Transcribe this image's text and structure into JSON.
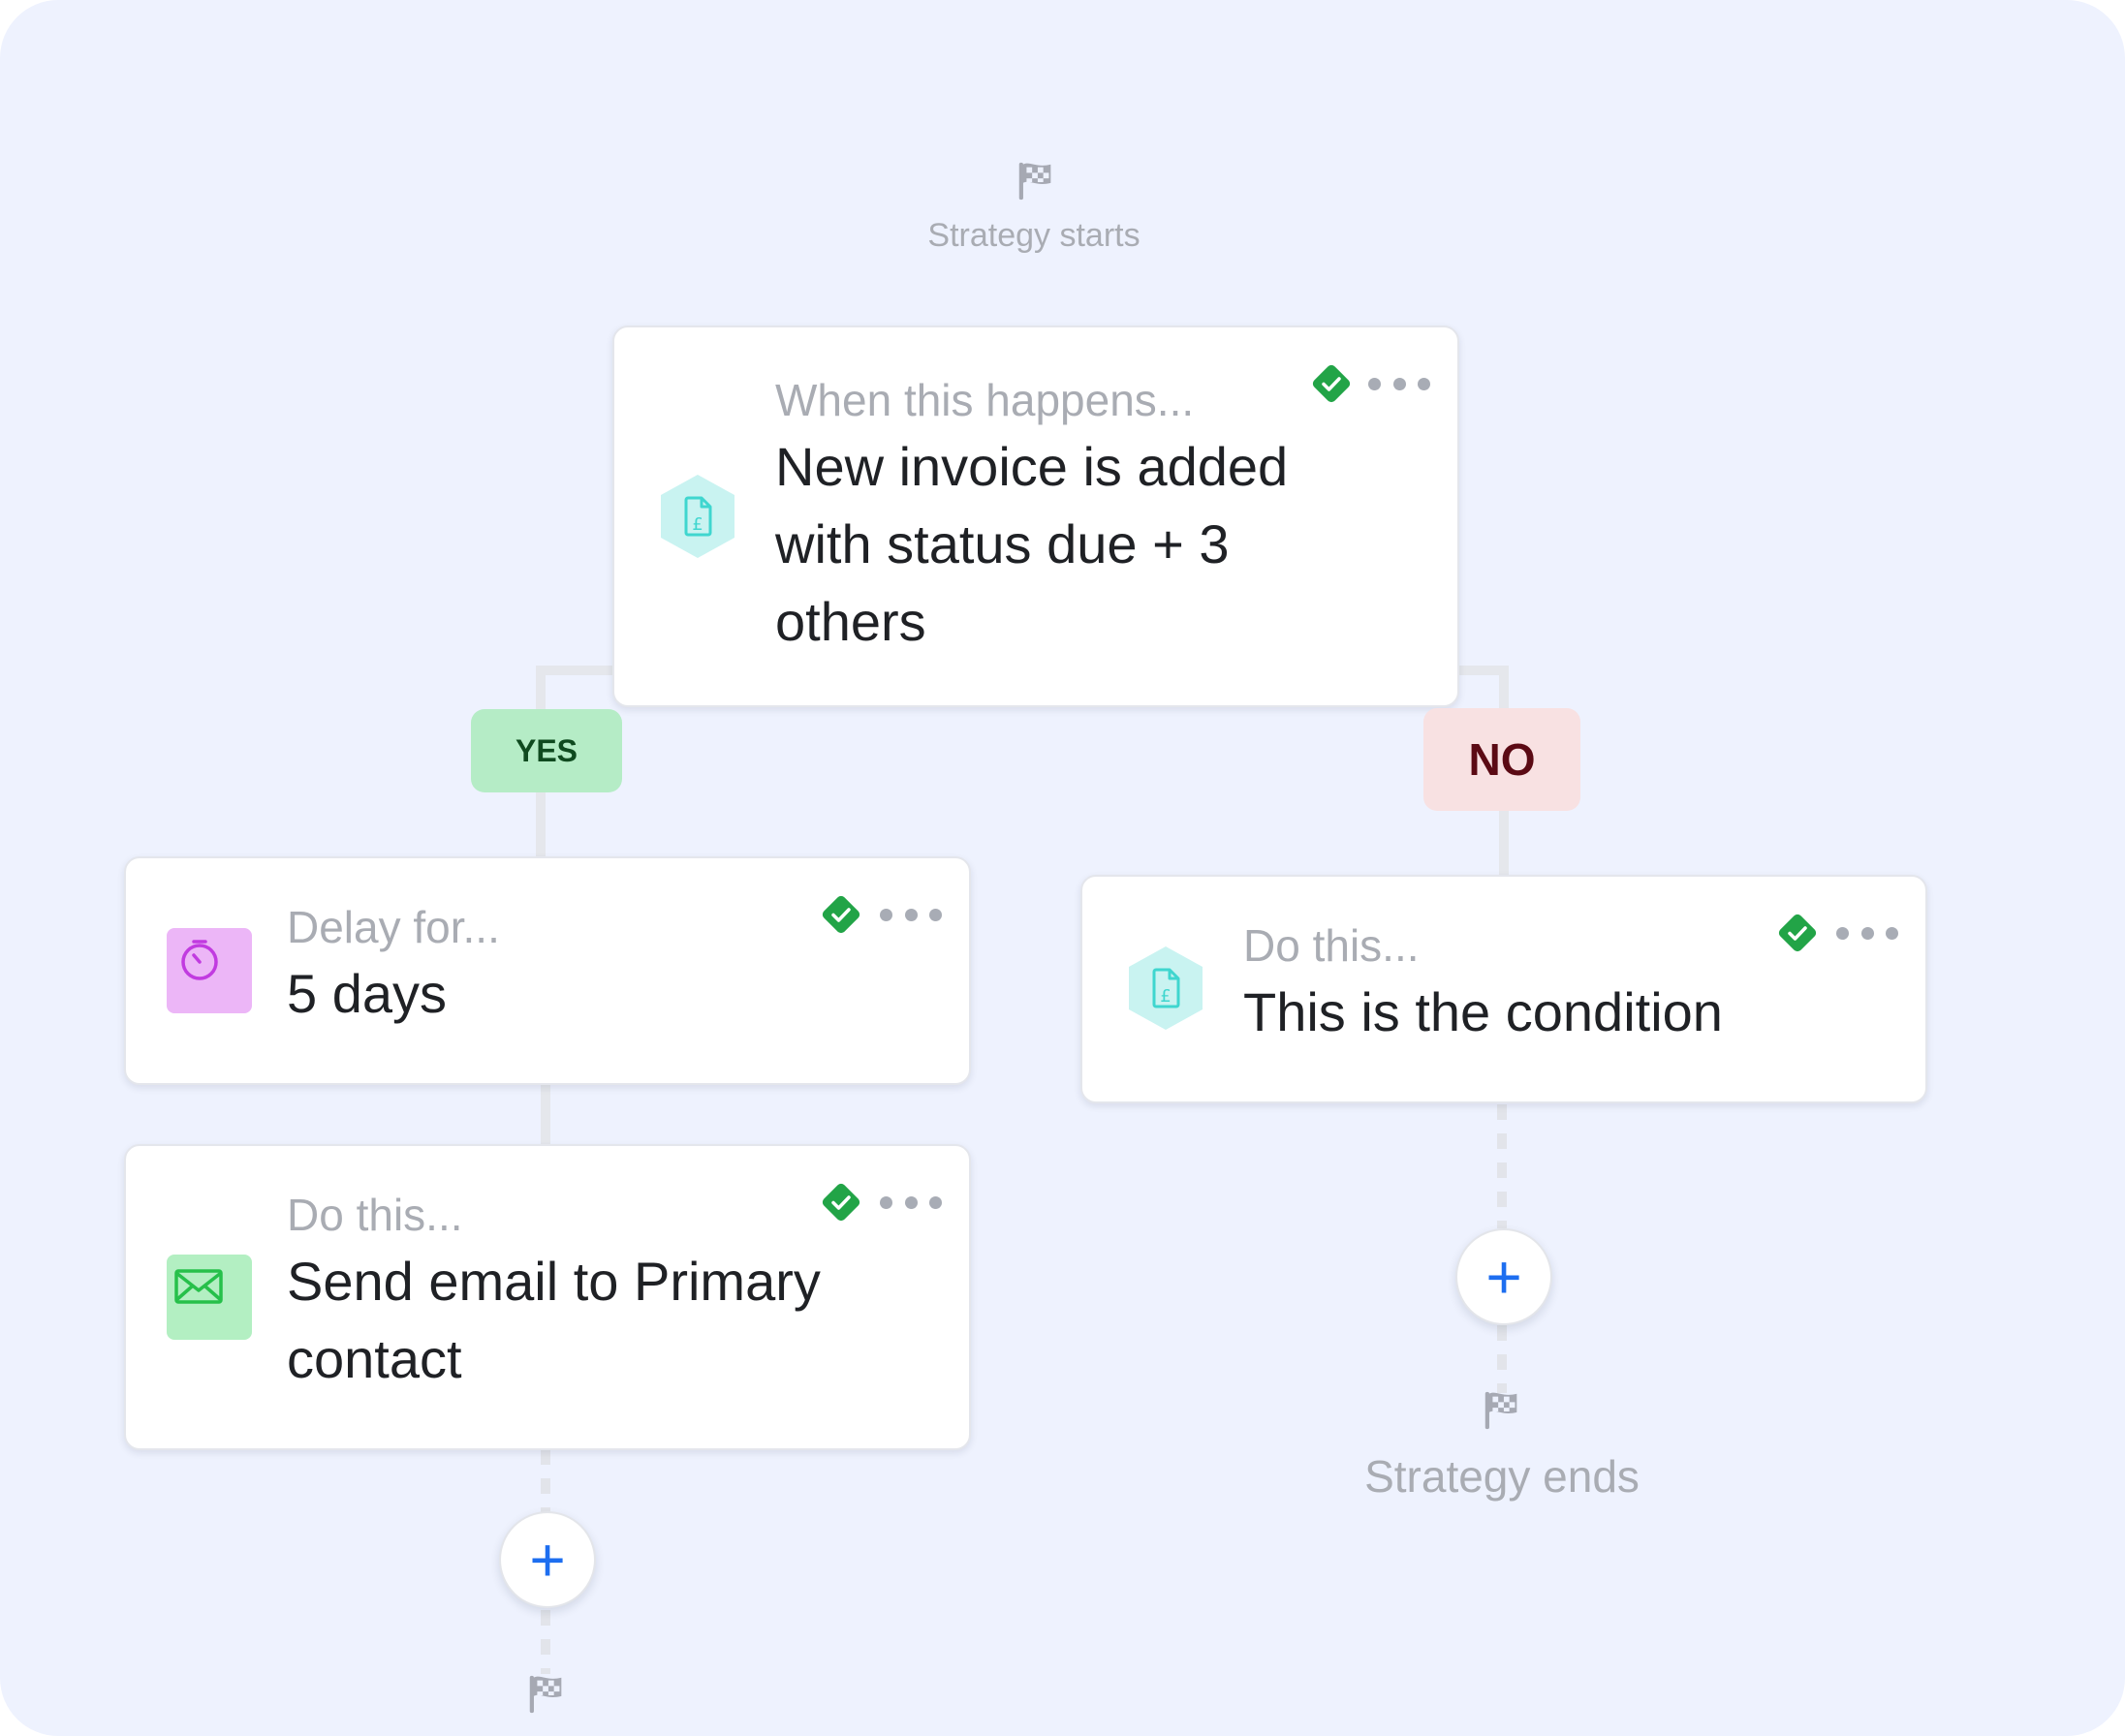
{
  "strategy": {
    "start_label": "Strategy starts",
    "end_label": "Strategy ends"
  },
  "trigger": {
    "label": "When this happens...",
    "title": "New invoice is added with status due + 3 others",
    "icon": "invoice-pound-icon",
    "icon_color": "#3fd6cf",
    "status": "check-icon"
  },
  "branches": {
    "yes": {
      "label": "YES",
      "bg": "#b5ecc6",
      "fg": "#0f4a1f"
    },
    "no": {
      "label": "NO",
      "bg": "#f8e1e2",
      "fg": "#5b0a14"
    }
  },
  "yes_steps": [
    {
      "label": "Delay for...",
      "title": "5 days",
      "icon": "timer-icon",
      "icon_bg": "#ecb6f7",
      "icon_color": "#c13be0"
    },
    {
      "label": "Do this...",
      "title": "Send email to Primary contact",
      "icon": "envelope-icon",
      "icon_bg": "#b3efc2",
      "icon_color": "#26c04a"
    }
  ],
  "no_steps": [
    {
      "label": "Do this...",
      "title": "This is the condition",
      "icon": "invoice-pound-icon",
      "icon_color": "#3fd6cf"
    }
  ],
  "add_step_label": "+",
  "colors": {
    "canvas": "#eef2fe",
    "check": "#22a447",
    "plus": "#1d6ef0"
  }
}
